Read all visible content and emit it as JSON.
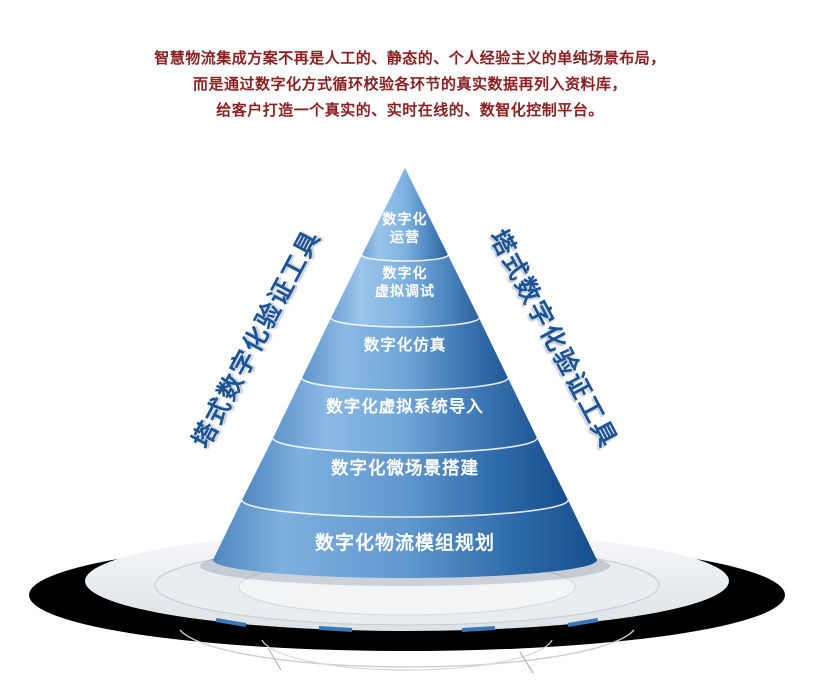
{
  "header": {
    "line1": "智慧物流集成方案不再是人工的、静态的、个人经验主义的单纯场景布局，",
    "line2": "而是通过数字化方式循环校验各环节的真实数据再列入资料库，",
    "line3": "给客户打造一个真实的、实时在线的、数智化控制平台。"
  },
  "pyramid": {
    "side_label_left": "塔式数字化验证工具",
    "side_label_right": "塔式数字化验证工具",
    "layers": [
      {
        "line1": "数字化",
        "line2": "运营"
      },
      {
        "line1": "数字化",
        "line2": "虚拟调试"
      },
      {
        "line1": "数字化仿真"
      },
      {
        "line1": "数字化虚拟系统导入"
      },
      {
        "line1": "数字化微场景搭建"
      },
      {
        "line1": "数字化物流模组规划"
      }
    ]
  },
  "colors": {
    "header_red": "#8A1F1F",
    "side_blue": "#1B5394",
    "cone_light": "#9AC4EB",
    "cone_dark": "#174E8C",
    "dash_blue": "#3A77B8"
  }
}
